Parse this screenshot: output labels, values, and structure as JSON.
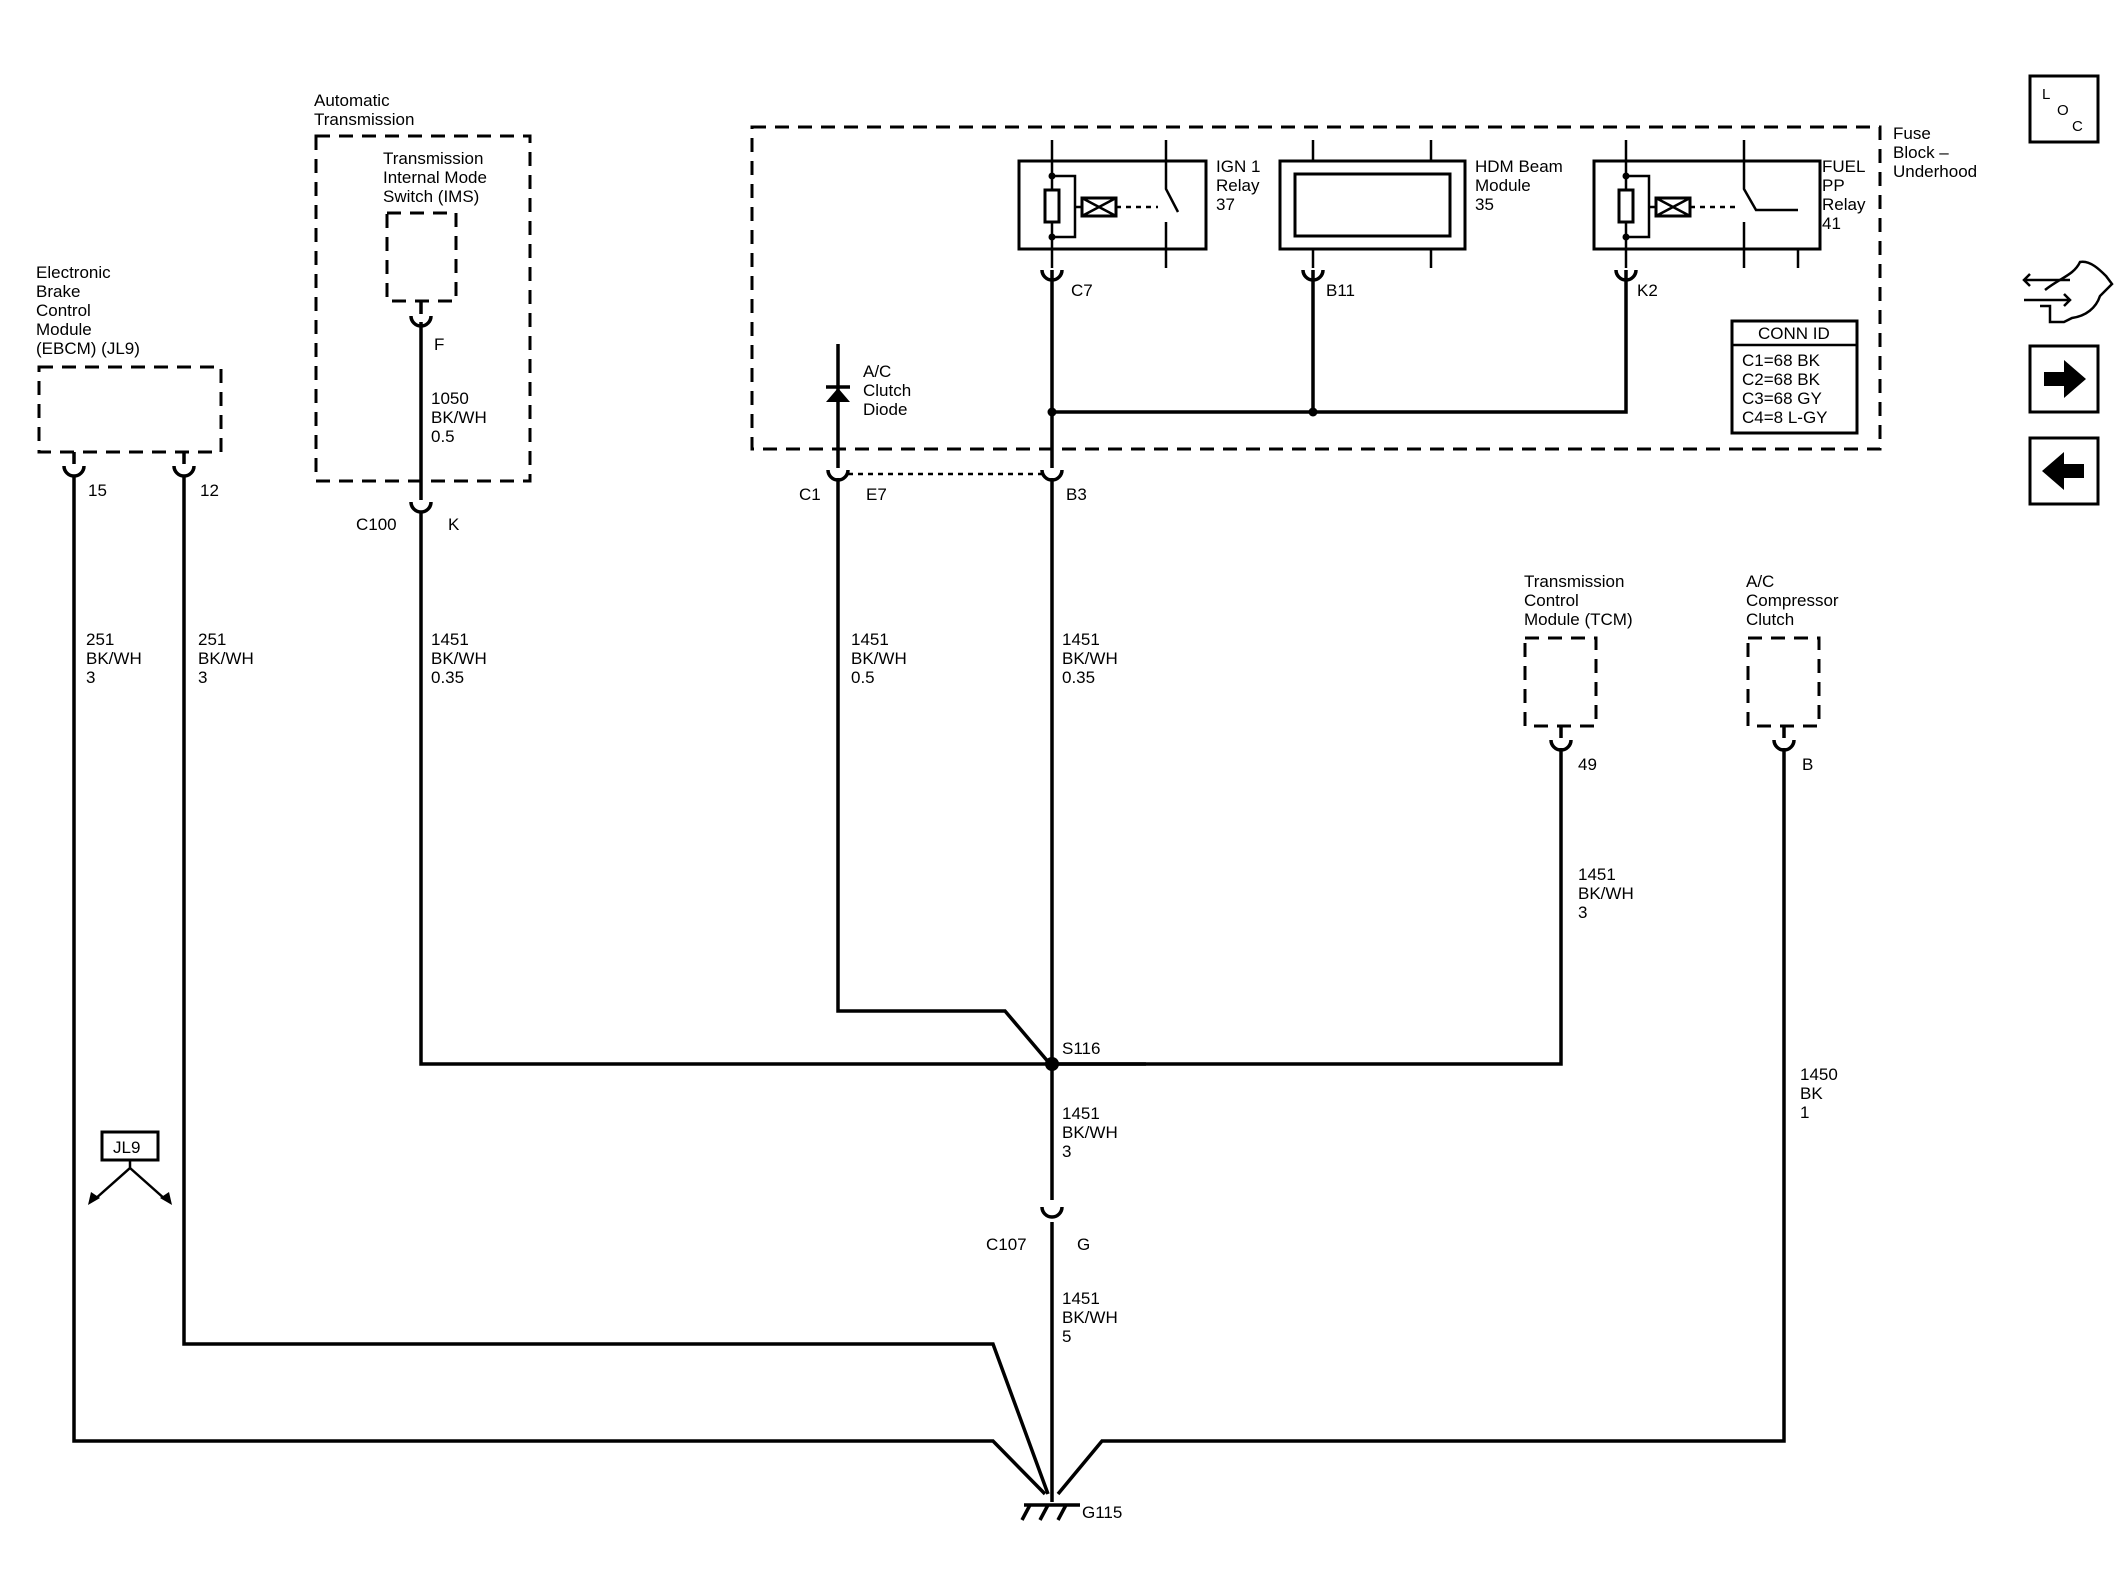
{
  "components": {
    "ebcm": {
      "name_lines": [
        "Electronic",
        "Brake",
        "Control",
        "Module",
        "(EBCM) (JL9)"
      ],
      "pins": [
        "15",
        "12"
      ]
    },
    "auto_trans": {
      "title_lines": [
        "Automatic",
        "Transmission"
      ],
      "ims_lines": [
        "Transmission",
        "Internal Mode",
        "Switch (IMS)"
      ],
      "pin": "F"
    },
    "fuse_block": {
      "name_lines": [
        "Fuse",
        "Block –",
        "Underhood"
      ]
    },
    "ign1_relay": {
      "lines": [
        "IGN 1",
        "Relay",
        "37"
      ],
      "pin": "C7"
    },
    "hdm_module": {
      "lines": [
        "HDM Beam",
        "Module",
        "35"
      ],
      "pin": "B11"
    },
    "fuel_relay": {
      "lines": [
        "FUEL",
        "PP",
        "Relay",
        "41"
      ],
      "pin": "K2"
    },
    "ac_diode": {
      "lines": [
        "A/C",
        "Clutch",
        "Diode"
      ]
    },
    "tcm": {
      "name_lines": [
        "Transmission",
        "Control",
        "Module (TCM)"
      ],
      "pin": "49"
    },
    "ac_clutch": {
      "name_lines": [
        "A/C",
        "Compressor",
        "Clutch"
      ],
      "pin": "B"
    }
  },
  "conn_id": {
    "title": "CONN ID",
    "rows": [
      "C1=68 BK",
      "C2=68 BK",
      "C3=68 GY",
      "C4=8 L-GY"
    ]
  },
  "connectors": {
    "c1": "C1",
    "e7": "E7",
    "b3": "B3",
    "c100": "C100",
    "k": "K",
    "c107": "C107",
    "g": "G"
  },
  "wires": {
    "ebcm15": [
      "251",
      "BK/WH",
      "3"
    ],
    "ebcm12": [
      "251",
      "BK/WH",
      "3"
    ],
    "ims_top": [
      "1050",
      "BK/WH",
      "0.5"
    ],
    "ims_bottom": [
      "1451",
      "BK/WH",
      "0.35"
    ],
    "diode": [
      "1451",
      "BK/WH",
      "0.5"
    ],
    "b3": [
      "1451",
      "BK/WH",
      "0.35"
    ],
    "tcm": [
      "1451",
      "BK/WH",
      "3"
    ],
    "splice_down": [
      "1451",
      "BK/WH",
      "3"
    ],
    "c107_down": [
      "1451",
      "BK/WH",
      "5"
    ],
    "ac_clutch": [
      "1450",
      "BK",
      "1"
    ]
  },
  "splice": "S116",
  "ground": "G115",
  "option_flag": "JL9",
  "nav_icons": [
    "loc-icon",
    "harness-icon",
    "next-arrow-icon",
    "prev-arrow-icon"
  ],
  "nav": {
    "loc_letters": [
      "L",
      "O",
      "C"
    ]
  }
}
